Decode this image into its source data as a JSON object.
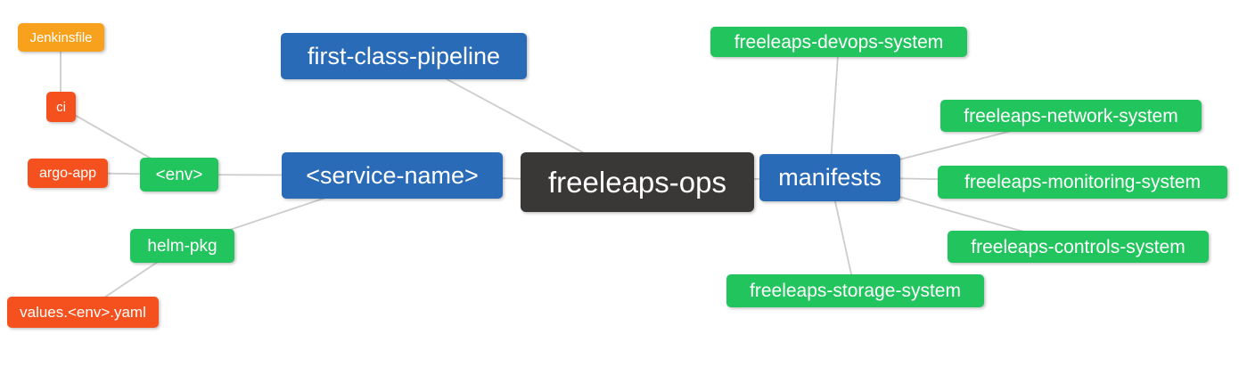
{
  "diagram": {
    "type": "mindmap",
    "root": "freeleaps_ops",
    "colors": {
      "edge": "#cccccc",
      "background": "#ffffff",
      "node_text": "#ffffff",
      "blue": "#2a6bb8",
      "green": "#22c45e",
      "deep_orange": "#f4511e",
      "amber": "#f8a11d",
      "dark": "#3a3737"
    },
    "nodes": {
      "jenkinsfile": {
        "label": "Jenkinsfile",
        "color": "#f8a11d"
      },
      "ci": {
        "label": "ci",
        "color": "#f4511e"
      },
      "argo_app": {
        "label": "argo-app",
        "color": "#f4511e"
      },
      "env": {
        "label": "<env>",
        "color": "#22c45e"
      },
      "helm_pkg": {
        "label": "helm-pkg",
        "color": "#22c45e"
      },
      "values_env_yaml": {
        "label": "values.<env>.yaml",
        "color": "#f4511e"
      },
      "first_class_pipeline": {
        "label": "first-class-pipeline",
        "color": "#2a6bb8"
      },
      "service_name": {
        "label": "<service-name>",
        "color": "#2a6bb8"
      },
      "freeleaps_ops": {
        "label": "freeleaps-ops",
        "color": "#3a3737"
      },
      "manifests": {
        "label": "manifests",
        "color": "#2a6bb8"
      },
      "freeleaps_devops_system": {
        "label": "freeleaps-devops-system",
        "color": "#22c45e"
      },
      "freeleaps_network_system": {
        "label": "freeleaps-network-system",
        "color": "#22c45e"
      },
      "freeleaps_monitoring_system": {
        "label": "freeleaps-monitoring-system",
        "color": "#22c45e"
      },
      "freeleaps_controls_system": {
        "label": "freeleaps-controls-system",
        "color": "#22c45e"
      },
      "freeleaps_storage_system": {
        "label": "freeleaps-storage-system",
        "color": "#22c45e"
      }
    },
    "edges": [
      [
        "jenkinsfile",
        "ci"
      ],
      [
        "ci",
        "env"
      ],
      [
        "argo_app",
        "env"
      ],
      [
        "env",
        "service_name"
      ],
      [
        "helm_pkg",
        "service_name"
      ],
      [
        "helm_pkg",
        "values_env_yaml"
      ],
      [
        "first_class_pipeline",
        "freeleaps_ops"
      ],
      [
        "service_name",
        "freeleaps_ops"
      ],
      [
        "freeleaps_ops",
        "manifests"
      ],
      [
        "manifests",
        "freeleaps_devops_system"
      ],
      [
        "manifests",
        "freeleaps_network_system"
      ],
      [
        "manifests",
        "freeleaps_monitoring_system"
      ],
      [
        "manifests",
        "freeleaps_controls_system"
      ],
      [
        "manifests",
        "freeleaps_storage_system"
      ]
    ]
  }
}
